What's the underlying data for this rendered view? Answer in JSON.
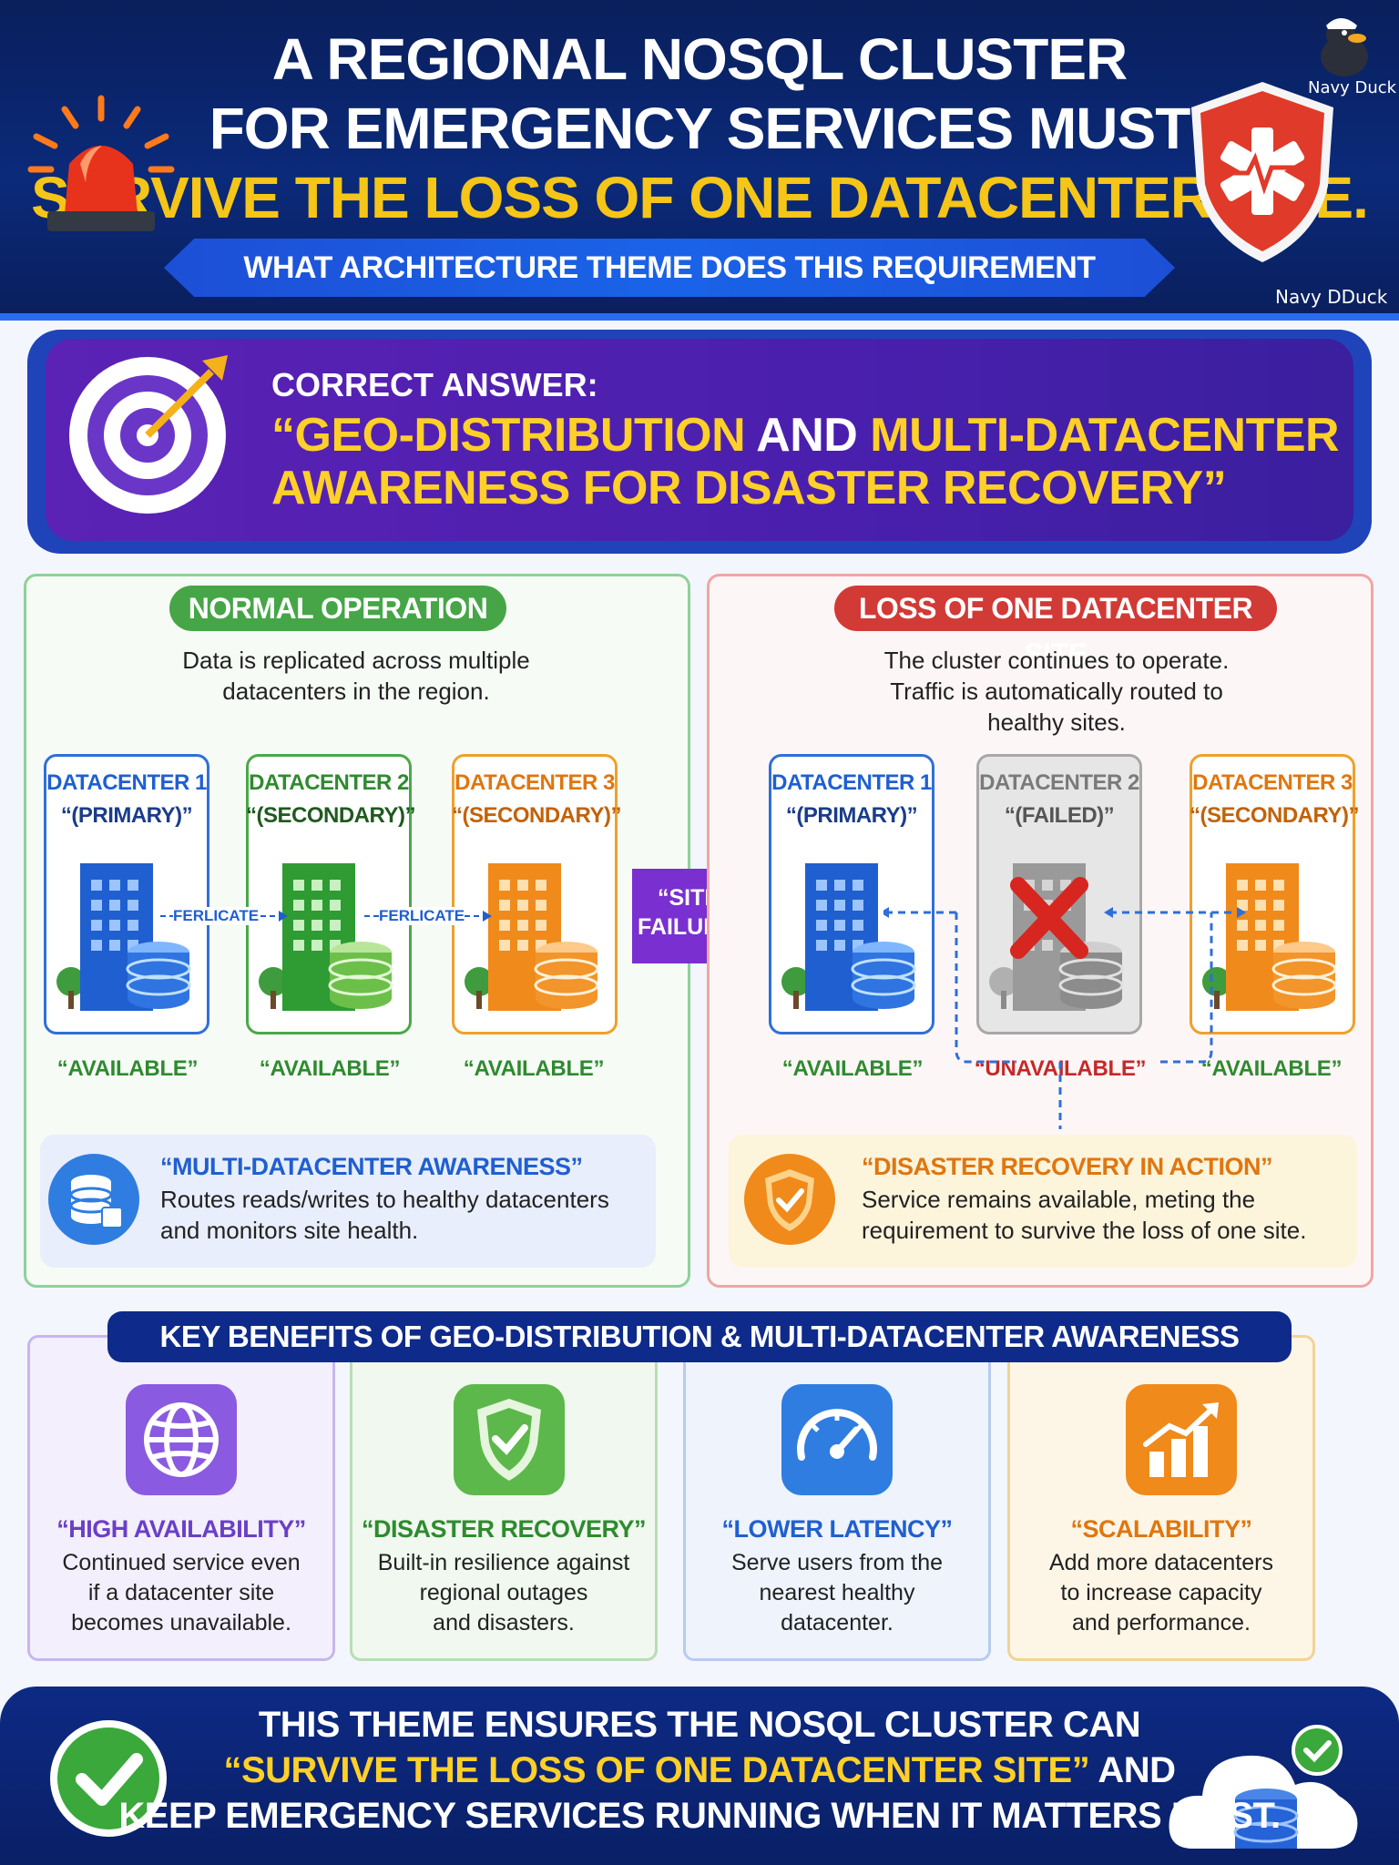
{
  "header": {
    "title_line1": "A REGIONAL NOSQL CLUSTER",
    "title_line2": "FOR EMERGENCY SERVICES MUST",
    "title_line3": "SURVIVE THE LOSS OF ONE DATACENTER SITE.",
    "question": "WHAT ARCHITECTURE THEME DOES THIS REQUIREMENT HIGHLIGHT?",
    "watermark_top": "Navy Duck",
    "watermark_bottom": "Navy DDuck",
    "icons": [
      "siren-icon",
      "medical-shield-icon",
      "duck-mascot-icon"
    ]
  },
  "answer": {
    "label": "CORRECT ANSWER:",
    "part1_open": "“GEO-DISTRIBUTION",
    "part1_and": " AND ",
    "part1_multi": "MULTI-DATACENTER",
    "part2": "AWARENESS FOR DISASTER RECOVERY”",
    "icon": "target-icon"
  },
  "normal": {
    "heading": "NORMAL OPERATION",
    "description_l1": "Data is replicated across multiple",
    "description_l2": "datacenters in the region.",
    "datacenters": [
      {
        "name": "DATACENTER 1",
        "role": "“(PRIMARY)”",
        "status": "“AVAILABLE”",
        "color": "#2f6fd8"
      },
      {
        "name": "DATACENTER 2",
        "role": "“(SECONDARY)”",
        "status": "“AVAILABLE”",
        "color": "#2e9b33"
      },
      {
        "name": "DATACENTER 3",
        "role": "“(SECONDARY)”",
        "status": "“AVAILABLE”",
        "color": "#f08a1a"
      }
    ],
    "replicate_label_1": "FERLICATE",
    "replicate_label_2": "FERLICATE",
    "info_title": "“MULTI-DATACENTER AWARENESS”",
    "info_body_l1": "Routes reads/writes to healthy datacenters",
    "info_body_l2": "and monitors site health.",
    "info_icon": "database-server-icon"
  },
  "transition": {
    "label_l1": "“SITE",
    "label_l2": "FAILURE”"
  },
  "loss": {
    "heading": "LOSS OF ONE DATACENTER SITE",
    "description_l1": "The cluster continues to operate.",
    "description_l2": "Traffic is automatically routed to",
    "description_l3": "healthy sites.",
    "datacenters": [
      {
        "name": "DATACENTER 1",
        "role": "“(PRIMARY)”",
        "status": "“AVAILABLE”",
        "color": "#2f6fd8"
      },
      {
        "name": "DATACENTER 2",
        "role": "“(FAILED)”",
        "status": "“UNAVAILABLE”",
        "color": "#9a9a9a"
      },
      {
        "name": "DATACENTER 3",
        "role": "“(SECONDARY)”",
        "status": "“AVAILABLE”",
        "color": "#f08a1a"
      }
    ],
    "info_title": "“DISASTER RECOVERY IN ACTION”",
    "info_body_l1": "Service remains available, meting the",
    "info_body_l2": "requirement to survive the loss of one site.",
    "info_icon": "shield-check-icon"
  },
  "benefits": {
    "heading": "KEY BENEFITS OF GEO-DISTRIBUTION & MULTI-DATACENTER AWARENESS",
    "items": [
      {
        "title": "“HIGH AVAILABILITY”",
        "l1": "Continued service even",
        "l2": "if a datacenter site",
        "l3": "becomes unavailable.",
        "icon": "globe-icon",
        "color": "#6a3fc8"
      },
      {
        "title": "“DISASTER RECOVERY”",
        "l1": "Built-in resilience against",
        "l2": "regional outages",
        "l3": "and disasters.",
        "icon": "shield-check-icon",
        "color": "#2e8b2e"
      },
      {
        "title": "“LOWER LATENCY”",
        "l1": "Serve users from the",
        "l2": "nearest healthy",
        "l3": "datacenter.",
        "icon": "speedometer-icon",
        "color": "#1f5fd0"
      },
      {
        "title": "“SCALABILITY”",
        "l1": "Add more datacenters",
        "l2": "to increase capacity",
        "l3": "and performance.",
        "icon": "bar-chart-growth-icon",
        "color": "#e0760e"
      }
    ]
  },
  "footer": {
    "line1": "THIS THEME ENSURES THE NOSQL CLUSTER CAN",
    "line2_quote": "“SURVIVE THE LOSS OF ONE DATACENTER SITE”",
    "line2_and": " AND",
    "line3": "KEEP EMERGENCY SERVICES RUNNING WHEN IT MATTERS MOST.",
    "icons": [
      "check-circle-icon",
      "cloud-database-icon"
    ]
  }
}
